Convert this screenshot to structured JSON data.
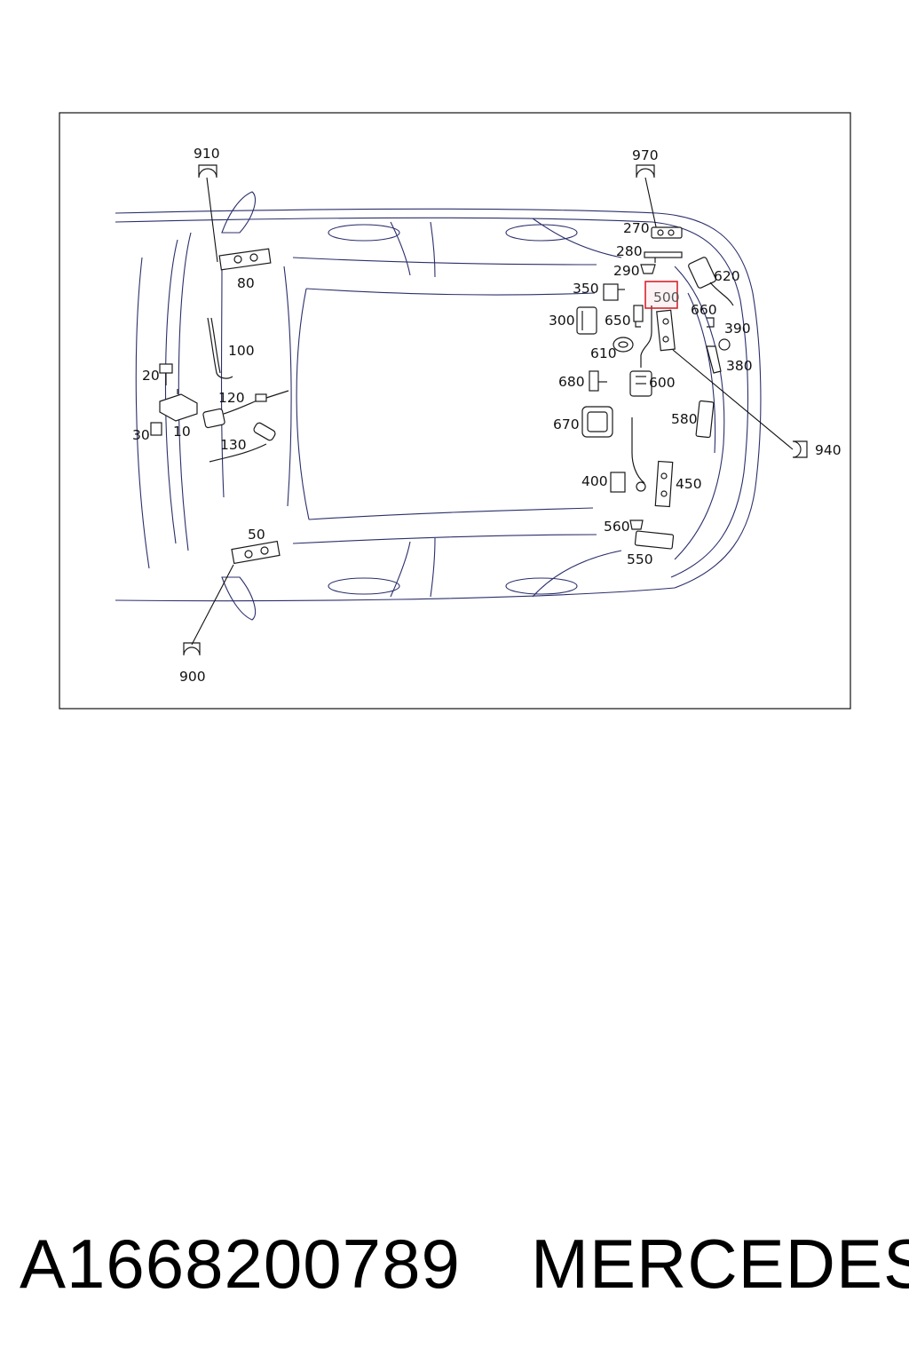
{
  "diagram": {
    "highlight_color": "#d9232d",
    "outline_color": "#2b2f6b",
    "labels": {
      "l910": "910",
      "l970": "970",
      "l80": "80",
      "l270": "270",
      "l280": "280",
      "l290": "290",
      "l620": "620",
      "l350": "350",
      "l500": "500",
      "l300": "300",
      "l650": "650",
      "l660": "660",
      "l390": "390",
      "l100": "100",
      "l610": "610",
      "l380": "380",
      "l20": "20",
      "l680": "680",
      "l600": "600",
      "l120": "120",
      "l30": "30",
      "l10": "10",
      "l670": "670",
      "l580": "580",
      "l940": "940",
      "l130": "130",
      "l400": "400",
      "l450": "450",
      "l560": "560",
      "l50": "50",
      "l550": "550",
      "l900": "900"
    }
  },
  "footer": {
    "part_number": "A1668200789",
    "brand": "MERCEDES"
  }
}
